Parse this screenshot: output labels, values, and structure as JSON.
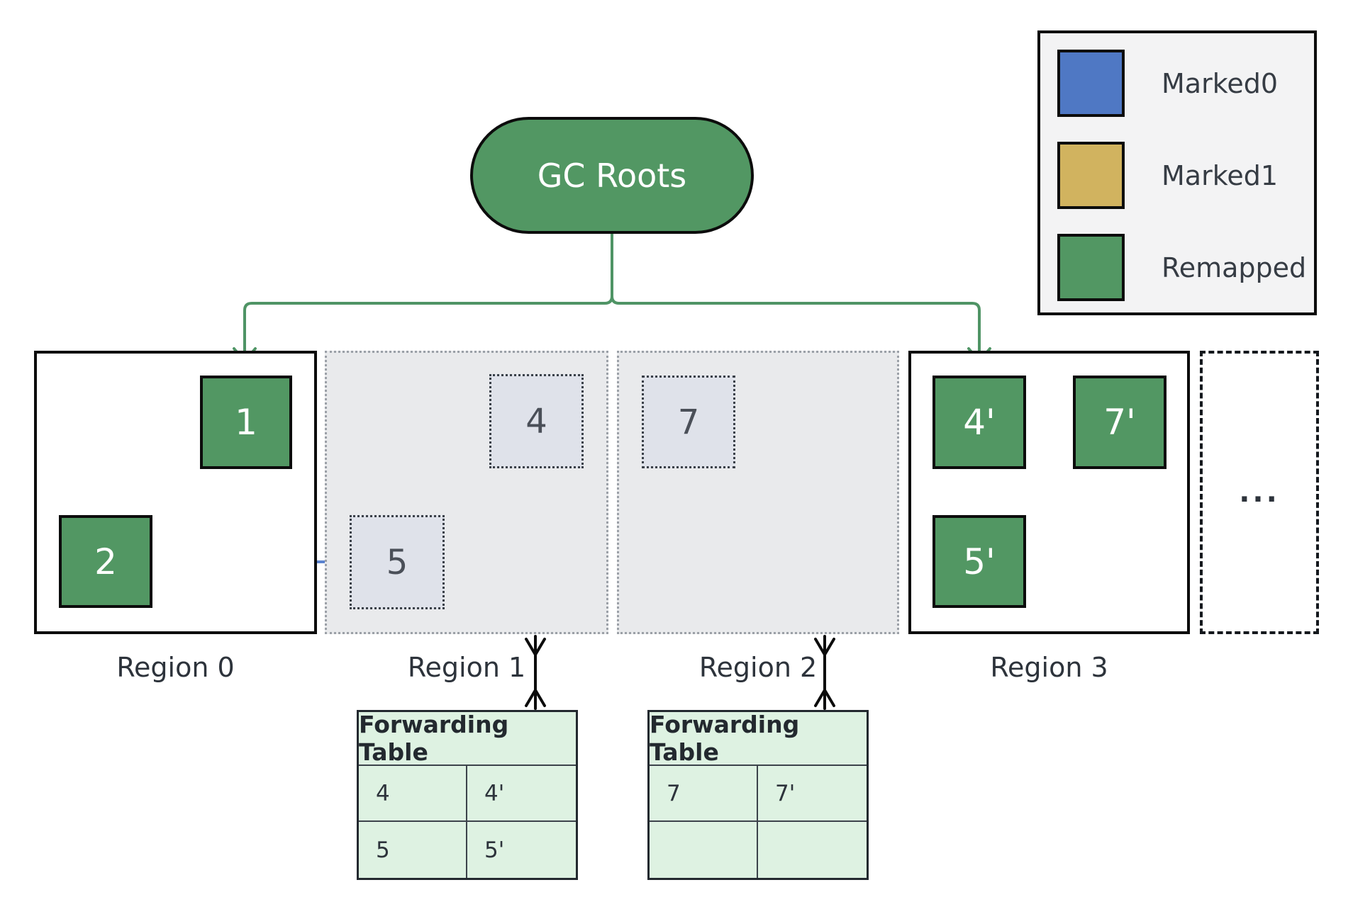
{
  "colors": {
    "marked0": "#4f78c4",
    "marked1": "#d1b35f",
    "remapped": "#529763",
    "edge_green": "#4f9465",
    "edge_blue": "#5b83cf",
    "region_fill": "#e9eaec",
    "ghost_fill": "#dfe2ea",
    "table_fill": "#def2e2"
  },
  "legend": {
    "items": [
      {
        "label": "Marked0",
        "color": "#4f78c4"
      },
      {
        "label": "Marked1",
        "color": "#d1b35f"
      },
      {
        "label": "Remapped",
        "color": "#529763"
      }
    ]
  },
  "gc_roots": {
    "label": "GC Roots"
  },
  "regions": [
    {
      "label": "Region 0",
      "nodes": [
        {
          "id": "1"
        },
        {
          "id": "2"
        }
      ]
    },
    {
      "label": "Region 1",
      "ghost_nodes": [
        {
          "id": "4"
        },
        {
          "id": "5"
        }
      ]
    },
    {
      "label": "Region 2",
      "ghost_nodes": [
        {
          "id": "7"
        }
      ]
    },
    {
      "label": "Region 3",
      "nodes": [
        {
          "id": "4'"
        },
        {
          "id": "7'"
        },
        {
          "id": "5'"
        }
      ]
    }
  ],
  "ellipsis": "...",
  "forwarding_tables": [
    {
      "title": "Forwarding Table",
      "rows": [
        [
          "4",
          "4'"
        ],
        [
          "5",
          "5'"
        ]
      ]
    },
    {
      "title": "Forwarding Table",
      "rows": [
        [
          "7",
          "7'"
        ],
        [
          "",
          ""
        ]
      ]
    }
  ]
}
